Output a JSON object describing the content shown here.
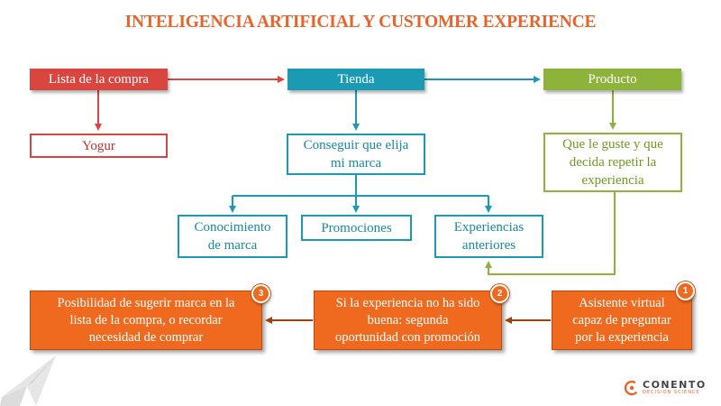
{
  "title": "INTELIGENCIA ARTIFICIAL Y CUSTOMER EXPERIENCE",
  "nodes": {
    "lista": "Lista de la compra",
    "tienda": "Tienda",
    "producto": "Producto",
    "yogur": "Yogur",
    "conseguir_1": "Conseguir que elija",
    "conseguir_2": "mi marca",
    "guste_1": "Que le guste y que",
    "guste_2": "decida repetir la",
    "guste_3": "experiencia",
    "conocimiento_1": "Conocimiento",
    "conocimiento_2": "de marca",
    "promociones": "Promociones",
    "experiencias_1": "Experiencias",
    "experiencias_2": "anteriores"
  },
  "steps": {
    "step1": {
      "badge": "1",
      "line1": "Asistente virtual",
      "line2": "capaz de preguntar",
      "line3": "por la experiencia"
    },
    "step2": {
      "badge": "2",
      "line1": "Si la experiencia no ha sido",
      "line2": "buena: segunda",
      "line3": "oportunidad con promoción"
    },
    "step3": {
      "badge": "3",
      "line1": "Posibilidad de sugerir marca en la",
      "line2": "lista de la compra, o recordar",
      "line3": "necesidad de comprar"
    }
  },
  "logo": {
    "name": "CONENTO",
    "tagline": "DECISION SCIENCE"
  },
  "colors": {
    "red": "#D9453F",
    "teal": "#1B9BB3",
    "green": "#8DB33B",
    "orange": "#EF6A1E",
    "title": "#E8642B",
    "connector_brown": "#A0410F"
  }
}
